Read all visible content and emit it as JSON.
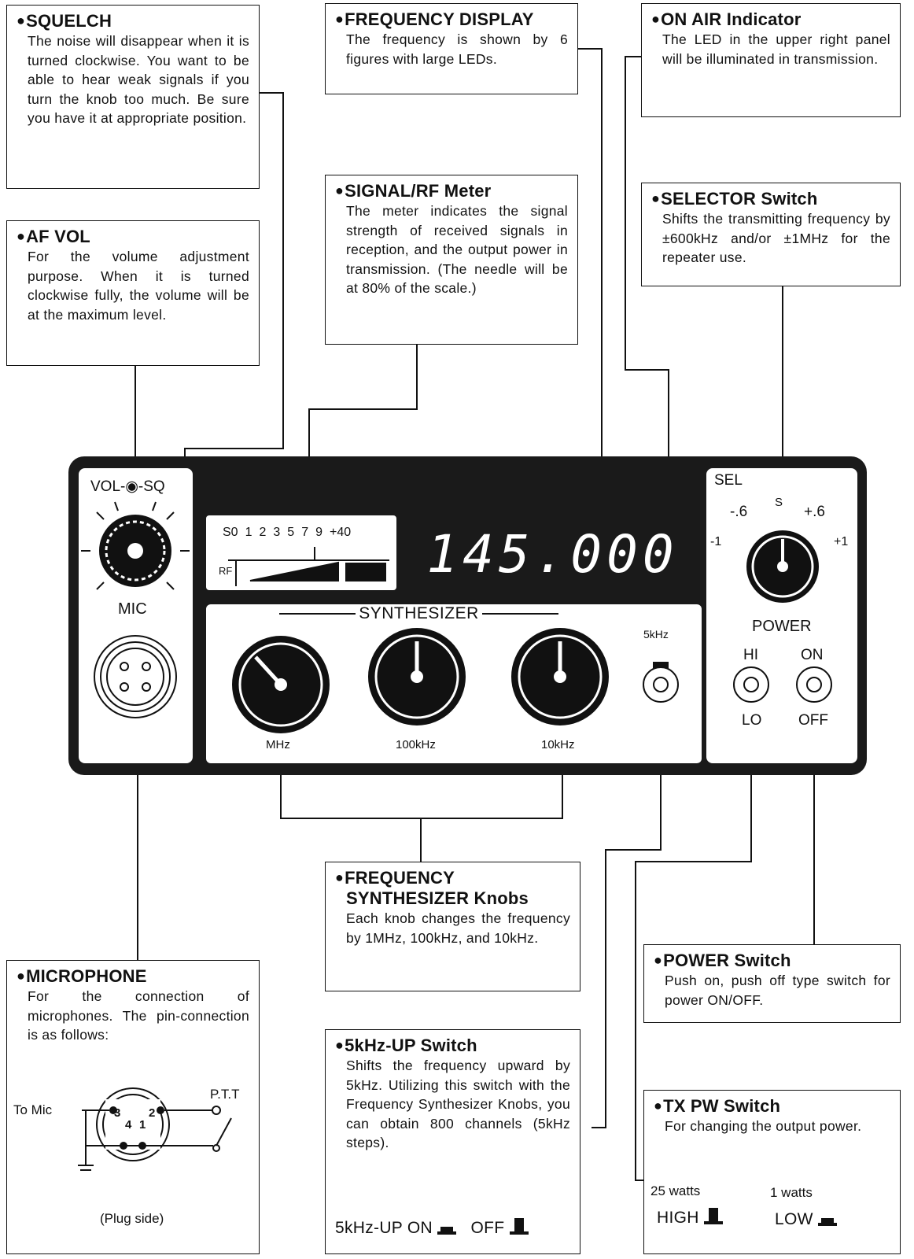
{
  "callouts": {
    "squelch": {
      "title": "SQUELCH",
      "text": "The noise will disappear when it is turned clockwise. You want to be able to hear weak signals if you turn the knob too much. Be sure you have it at appropriate position."
    },
    "frequency_display": {
      "title": "FREQUENCY DISPLAY",
      "text": "The frequency is shown by 6 figures with large LEDs."
    },
    "on_air": {
      "title": "ON AIR Indicator",
      "text": "The LED in the upper right panel will be illuminated in transmission."
    },
    "af_vol": {
      "title": "AF VOL",
      "text": "For the volume adjustment purpose. When it is turned clockwise fully, the volume will be at the maximum level."
    },
    "signal_meter": {
      "title": "SIGNAL/RF Meter",
      "text": "The meter indicates the signal strength of received signals in reception, and the output power in transmission. (The needle will be at 80% of the scale.)"
    },
    "selector": {
      "title": "SELECTOR Switch",
      "text": "Shifts the transmitting frequency by ±600kHz and/or ±1MHz for the repeater use."
    },
    "synth_knobs": {
      "title_line1": "FREQUENCY",
      "title_line2": "SYNTHESIZER Knobs",
      "text": "Each knob changes the frequency by 1MHz, 100kHz, and 10kHz."
    },
    "microphone": {
      "title": "MICROPHONE",
      "text": "For the connection of microphones. The pin-connection is as follows:",
      "to_mic": "To Mic",
      "ptt": "P.T.T",
      "pins": [
        "3",
        "2",
        "4",
        "1"
      ],
      "plug_side": "(Plug side)"
    },
    "power": {
      "title": "POWER Switch",
      "text": "Push on, push off type switch for power ON/OFF."
    },
    "khz_up": {
      "title": "5kHz-UP Switch",
      "text": "Shifts the frequency upward by 5kHz. Utilizing this switch with the Frequency Synthesizer Knobs, you can obtain 800 channels (5kHz steps).",
      "switch_label": "5kHz-UP",
      "on": "ON",
      "off": "OFF"
    },
    "tx_pw": {
      "title": "TX PW Switch",
      "text": "For changing the output power.",
      "high_watts": "25 watts",
      "high": "HIGH",
      "low_watts": "1 watts",
      "low": "LOW"
    }
  },
  "panel": {
    "vol_sq": "VOL-◉-SQ",
    "mic": "MIC",
    "meter_scale": [
      "S0",
      "1",
      "2",
      "3",
      "5",
      "7",
      "9",
      "+40"
    ],
    "rf": "RF",
    "frequency": "145.000",
    "synth": "SYNTHESIZER",
    "knob_labels": [
      "MHz",
      "100kHz",
      "10kHz"
    ],
    "five_khz": "5kHz",
    "sel": "SEL",
    "sel_marks": [
      "-.6",
      "S",
      "+.6",
      "-1",
      "+1"
    ],
    "power": "POWER",
    "hi": "HI",
    "lo": "LO",
    "on": "ON",
    "off": "OFF"
  }
}
